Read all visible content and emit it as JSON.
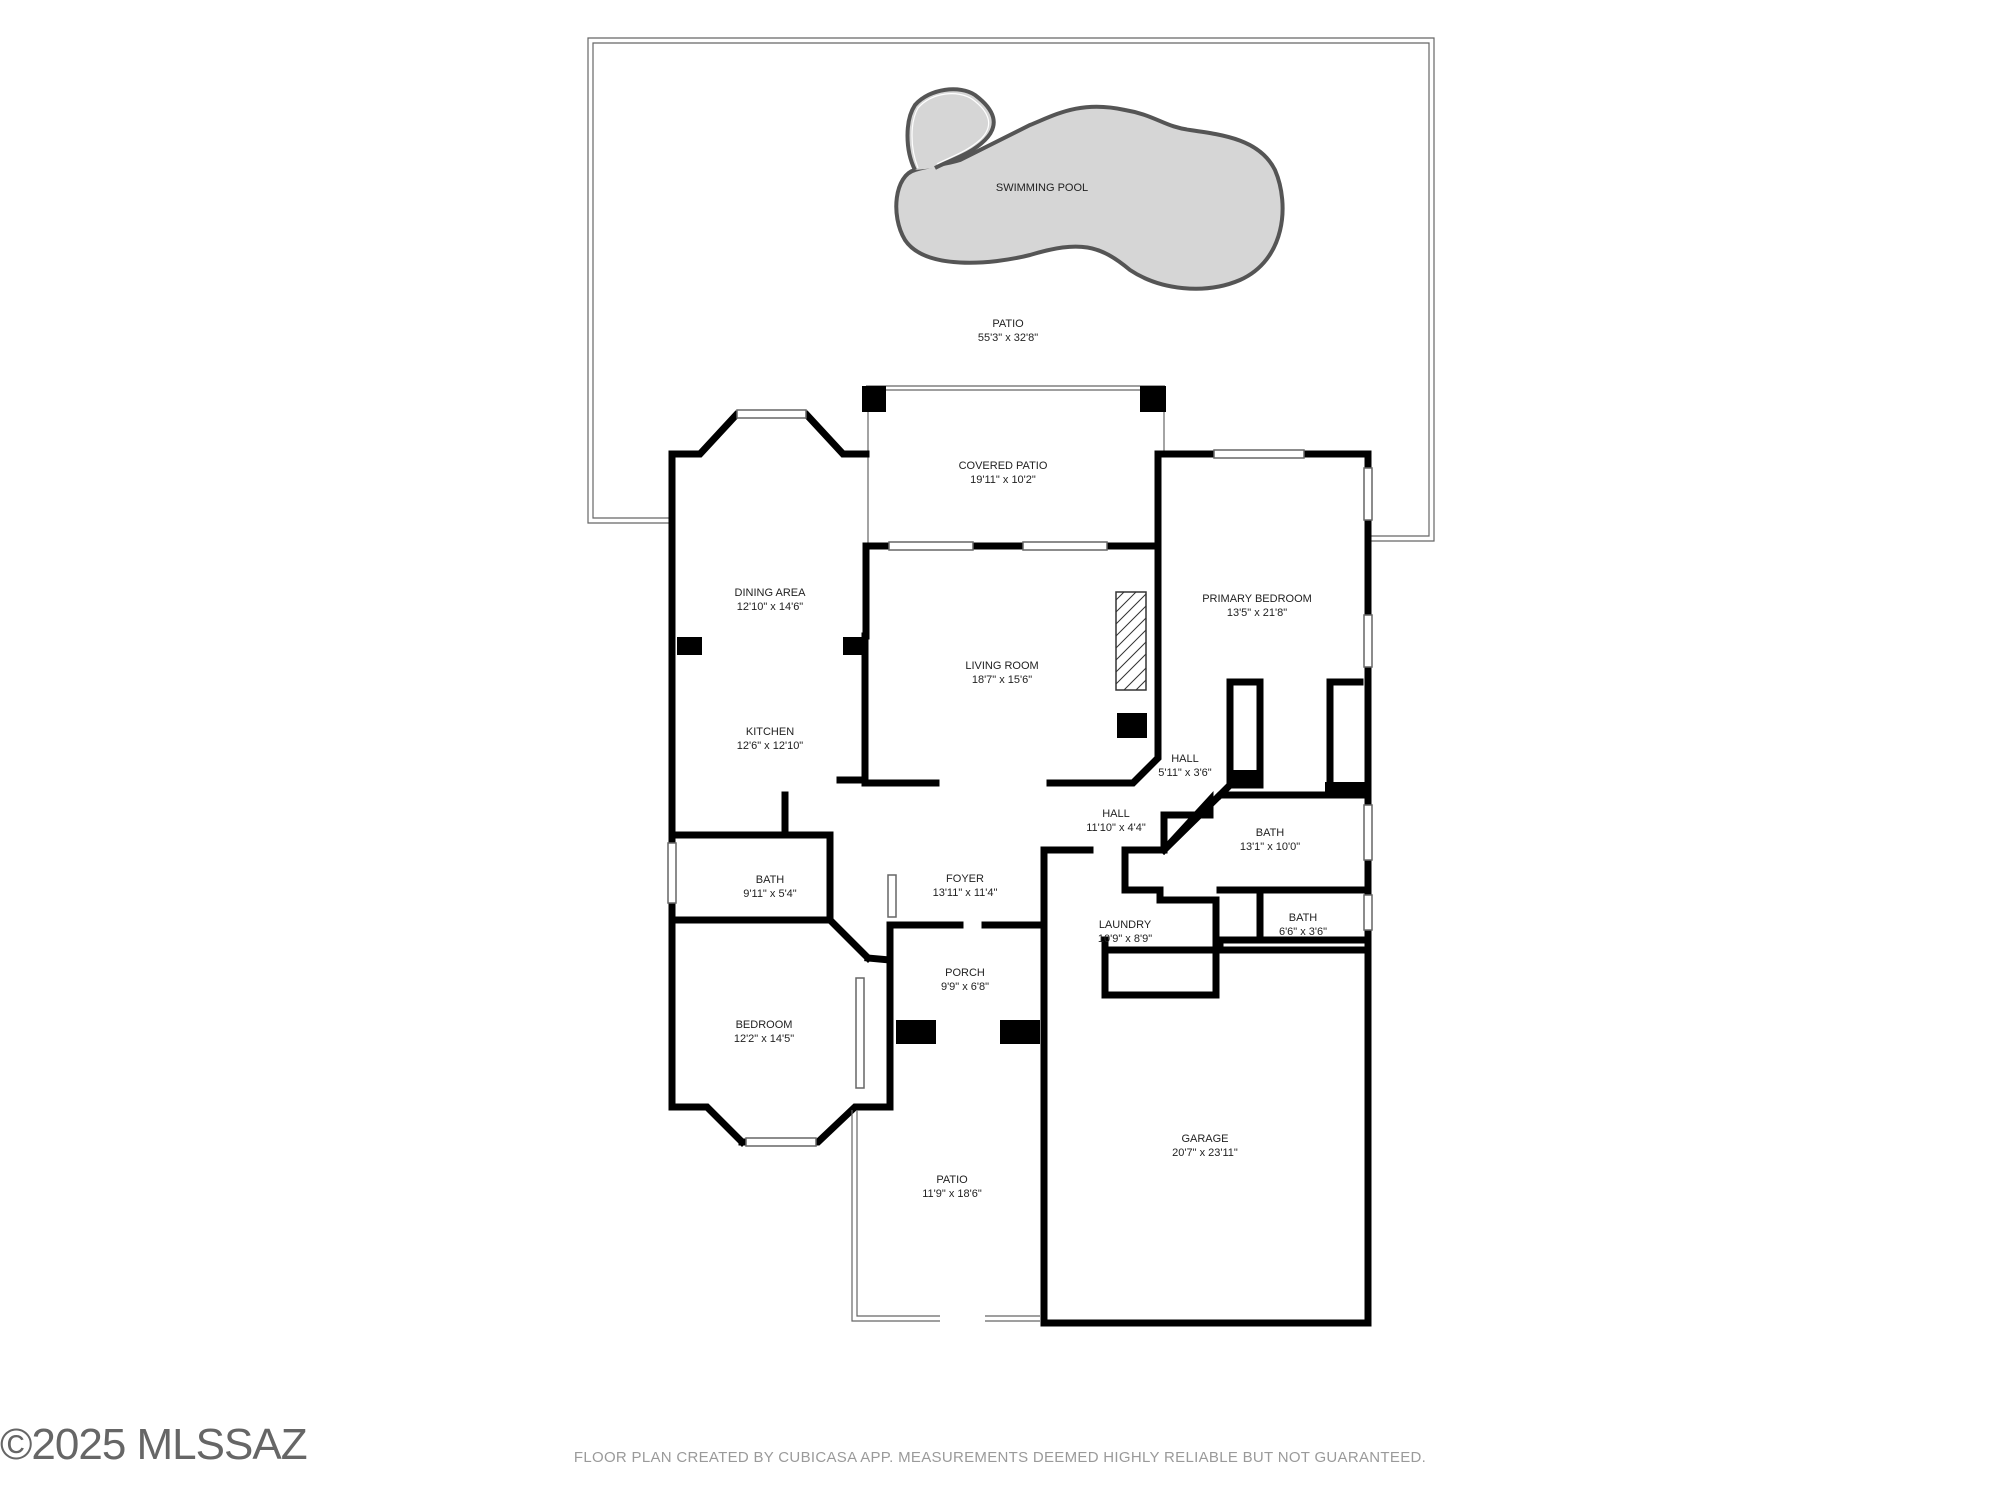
{
  "rooms": {
    "swimming_pool": {
      "name": "SWIMMING POOL"
    },
    "patio_back": {
      "name": "PATIO",
      "dims": "55'3\" x 32'8\""
    },
    "covered_patio": {
      "name": "COVERED PATIO",
      "dims": "19'11\" x 10'2\""
    },
    "dining_area": {
      "name": "DINING AREA",
      "dims": "12'10\" x 14'6\""
    },
    "living_room": {
      "name": "LIVING ROOM",
      "dims": "18'7\" x 15'6\""
    },
    "primary_bedroom": {
      "name": "PRIMARY BEDROOM",
      "dims": "13'5\" x 21'8\""
    },
    "kitchen": {
      "name": "KITCHEN",
      "dims": "12'6\" x 12'10\""
    },
    "hall_small": {
      "name": "HALL",
      "dims": "5'11\" x 3'6\""
    },
    "hall_main": {
      "name": "HALL",
      "dims": "11'10\" x 4'4\""
    },
    "bath_primary": {
      "name": "BATH",
      "dims": "13'1\" x 10'0\""
    },
    "bath_left": {
      "name": "BATH",
      "dims": "9'11\" x 5'4\""
    },
    "foyer": {
      "name": "FOYER",
      "dims": "13'11\" x 11'4\""
    },
    "laundry": {
      "name": "LAUNDRY",
      "dims": "10'9\" x 8'9\""
    },
    "bath_small": {
      "name": "BATH",
      "dims": "6'6\" x 3'6\""
    },
    "porch": {
      "name": "PORCH",
      "dims": "9'9\" x 6'8\""
    },
    "bedroom": {
      "name": "BEDROOM",
      "dims": "12'2\" x 14'5\""
    },
    "garage": {
      "name": "GARAGE",
      "dims": "20'7\" x 23'11\""
    },
    "patio_front": {
      "name": "PATIO",
      "dims": "11'9\" x 18'6\""
    }
  },
  "footer": {
    "note": "FLOOR PLAN CREATED BY CUBICASA APP. MEASUREMENTS DEEMED HIGHLY RELIABLE BUT NOT GUARANTEED."
  },
  "watermark": {
    "text": "©2025 MLSSAZ"
  },
  "colors": {
    "wall": "#000000",
    "pool_fill": "#d6d6d6",
    "outline": "#555555",
    "text": "#222222",
    "footer_text": "#9a9a9a"
  }
}
